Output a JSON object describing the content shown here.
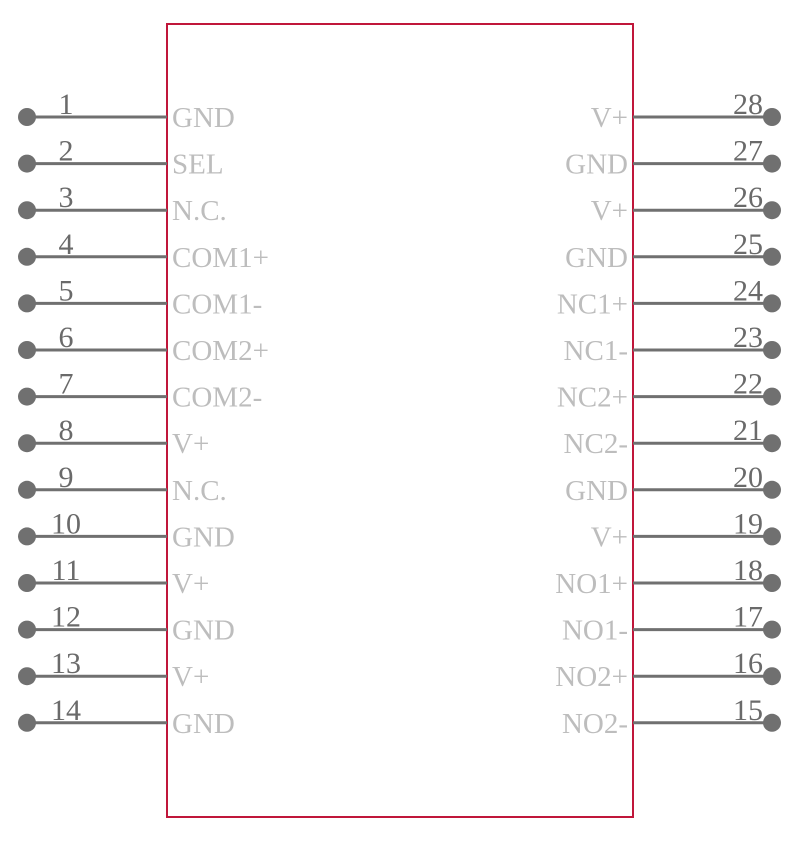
{
  "component": {
    "outline_color": "#c0163a",
    "pin_color": "#707070",
    "label_color": "#bdbdbd",
    "left_pins": [
      {
        "num": "1",
        "label": "GND"
      },
      {
        "num": "2",
        "label": "SEL"
      },
      {
        "num": "3",
        "label": "N.C."
      },
      {
        "num": "4",
        "label": "COM1+"
      },
      {
        "num": "5",
        "label": "COM1-"
      },
      {
        "num": "6",
        "label": "COM2+"
      },
      {
        "num": "7",
        "label": "COM2-"
      },
      {
        "num": "8",
        "label": "V+"
      },
      {
        "num": "9",
        "label": "N.C."
      },
      {
        "num": "10",
        "label": "GND"
      },
      {
        "num": "11",
        "label": "V+"
      },
      {
        "num": "12",
        "label": "GND"
      },
      {
        "num": "13",
        "label": "V+"
      },
      {
        "num": "14",
        "label": "GND"
      }
    ],
    "right_pins": [
      {
        "num": "28",
        "label": "V+"
      },
      {
        "num": "27",
        "label": "GND"
      },
      {
        "num": "26",
        "label": "V+"
      },
      {
        "num": "25",
        "label": "GND"
      },
      {
        "num": "24",
        "label": "NC1+"
      },
      {
        "num": "23",
        "label": "NC1-"
      },
      {
        "num": "22",
        "label": "NC2+"
      },
      {
        "num": "21",
        "label": "NC2-"
      },
      {
        "num": "20",
        "label": "GND"
      },
      {
        "num": "19",
        "label": "V+"
      },
      {
        "num": "18",
        "label": "NO1+"
      },
      {
        "num": "17",
        "label": "NO1-"
      },
      {
        "num": "16",
        "label": "NO2+"
      },
      {
        "num": "15",
        "label": "NO2-"
      }
    ]
  }
}
